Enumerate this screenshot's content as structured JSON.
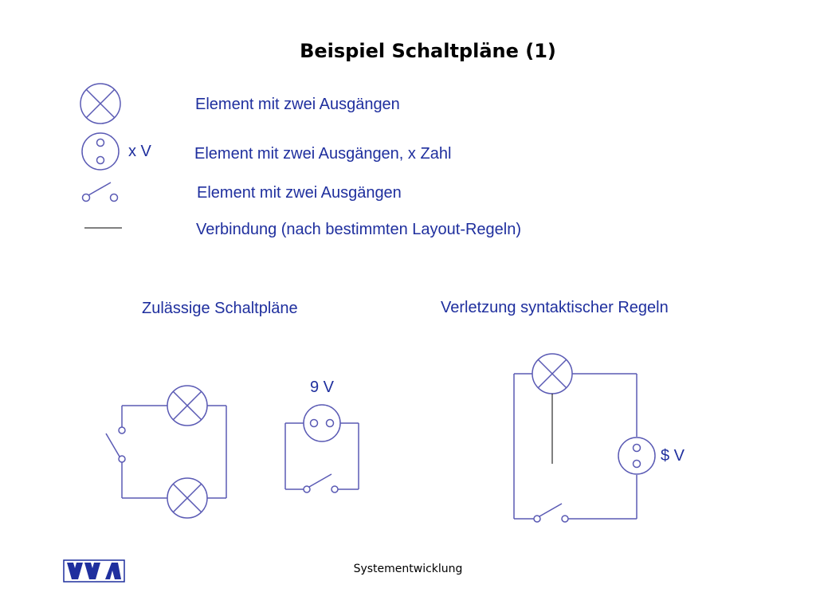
{
  "title": "Beispiel Schaltpläne (1)",
  "legend": {
    "lamp": "Element mit zwei Ausgängen",
    "source": "Element mit zwei Ausgängen, x Zahl",
    "source_symbol": "x V",
    "switch": "Element mit zwei Ausgängen",
    "wire": "Verbindung (nach bestimmten Layout-Regeln)"
  },
  "sections": {
    "valid": "Zulässige Schaltpläne",
    "invalid": "Verletzung syntaktischer Regeln"
  },
  "circuits": {
    "valid_voltage": "9 V",
    "invalid_voltage": "$ V"
  },
  "footer": "Systementwicklung",
  "colors": {
    "stroke": "#5a5ab4",
    "text": "#1f2f9e"
  }
}
